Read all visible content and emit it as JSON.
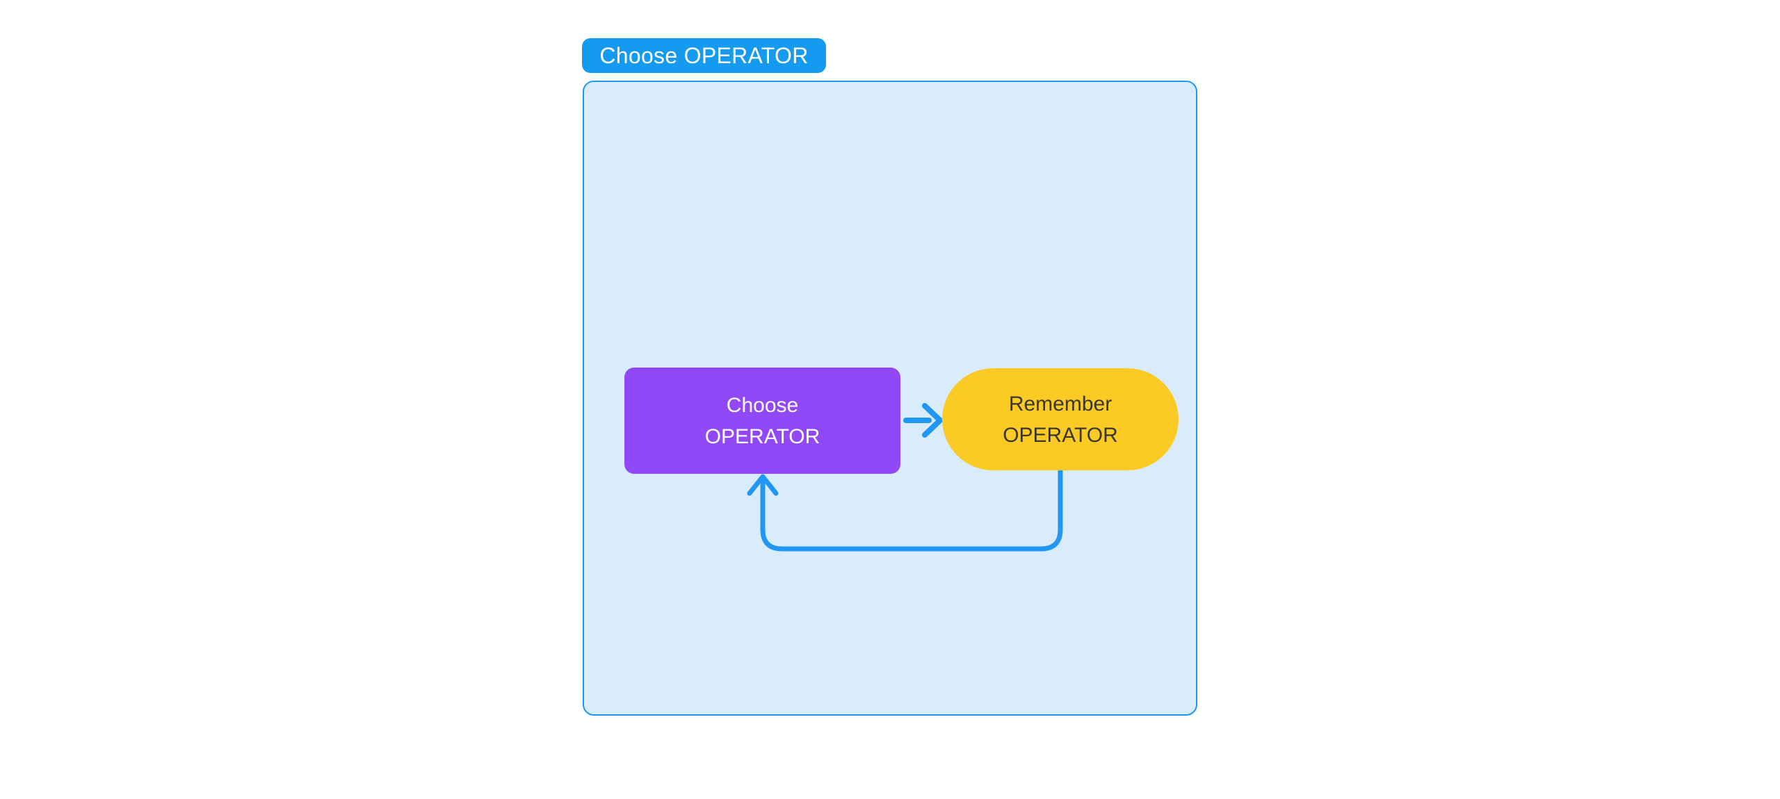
{
  "diagram": {
    "tab_label": "Choose OPERATOR",
    "colors": {
      "tab_bg": "#149BF0",
      "tab_text": "#FFFFFF",
      "container_bg": "#D9ECFB",
      "container_border": "#1E96F2",
      "arrow": "#2196F3"
    },
    "nodes": [
      {
        "id": "choose-operator",
        "label": "Choose OPERATOR",
        "lines": [
          "Choose",
          "OPERATOR"
        ],
        "shape": "rounded-rectangle",
        "bg": "#9149F7",
        "text_color": "#FFFFFF"
      },
      {
        "id": "remember-operator",
        "label": "Remember OPERATOR",
        "lines": [
          "Remember",
          "OPERATOR"
        ],
        "shape": "pill",
        "bg": "#FBCA24",
        "text_color": "#3A372E"
      }
    ],
    "edges": [
      {
        "from": "choose-operator",
        "to": "remember-operator",
        "style": "straight-right-arrow"
      },
      {
        "from": "remember-operator",
        "to": "choose-operator",
        "style": "u-shaped-return-loop-below"
      }
    ]
  }
}
